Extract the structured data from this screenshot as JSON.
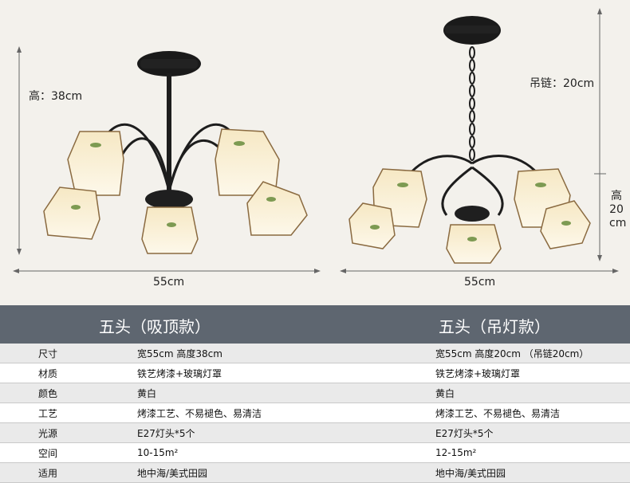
{
  "left_product": {
    "height_label": "高：38cm",
    "width_label": "55cm"
  },
  "right_product": {
    "chain_label": "吊链：20cm",
    "height_label_chars": [
      "高",
      "20",
      "cm"
    ],
    "width_label": "55cm"
  },
  "table": {
    "header_left": "五头（吸顶款）",
    "header_right": "五头（吊灯款）",
    "rows": [
      {
        "label": "尺寸",
        "left": "宽55cm  高度38cm",
        "right": "宽55cm  高度20cm （吊链20cm）"
      },
      {
        "label": "材质",
        "left": "铁艺烤漆+玻璃灯罩",
        "right": "铁艺烤漆+玻璃灯罩"
      },
      {
        "label": "颜色",
        "left": "黄白",
        "right": "黄白"
      },
      {
        "label": "工艺",
        "left": "烤漆工艺、不易褪色、易清洁",
        "right": "烤漆工艺、不易褪色、易清洁"
      },
      {
        "label": "光源",
        "left": "E27灯头*5个",
        "right": "E27灯头*5个"
      },
      {
        "label": "空间",
        "left": "10-15m²",
        "right": "12-15m²"
      },
      {
        "label": "适用",
        "left": "地中海/美式田园",
        "right": "地中海/美式田园"
      }
    ]
  }
}
